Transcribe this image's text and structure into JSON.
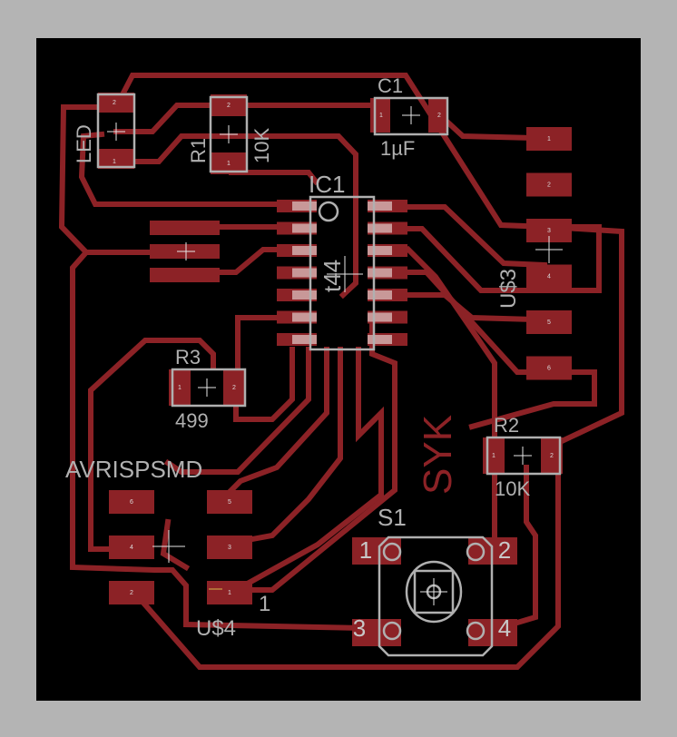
{
  "colors": {
    "frame": "#b4b4b4",
    "board": "#000000",
    "copper": "#8c2226",
    "silkscreen": "#b0b0b0"
  },
  "components": {
    "led": {
      "name": "LED",
      "pads": [
        "2",
        "1"
      ]
    },
    "r1": {
      "name": "R1",
      "value": "10K",
      "pads": [
        "2",
        "1"
      ]
    },
    "c1": {
      "name": "C1",
      "value": "1µF",
      "pads": [
        "1",
        "2"
      ]
    },
    "ic1": {
      "name": "IC1",
      "value": "t44"
    },
    "u3": {
      "name": "U$3",
      "pads": [
        "1",
        "2",
        "3",
        "4",
        "5",
        "6"
      ]
    },
    "r3": {
      "name": "R3",
      "value": "499",
      "pads": [
        "1",
        "2"
      ]
    },
    "r2": {
      "name": "R2",
      "value": "10K",
      "pads": [
        "1",
        "2"
      ]
    },
    "avrisp": {
      "name": "AVRISPSMD"
    },
    "u4": {
      "name": "U$4",
      "pin1_marker": "1",
      "pads": [
        "6",
        "5",
        "4",
        "3",
        "2",
        "1"
      ]
    },
    "s1": {
      "name": "S1",
      "pins": [
        "1",
        "2",
        "3",
        "4"
      ]
    },
    "logo": "SYK"
  }
}
